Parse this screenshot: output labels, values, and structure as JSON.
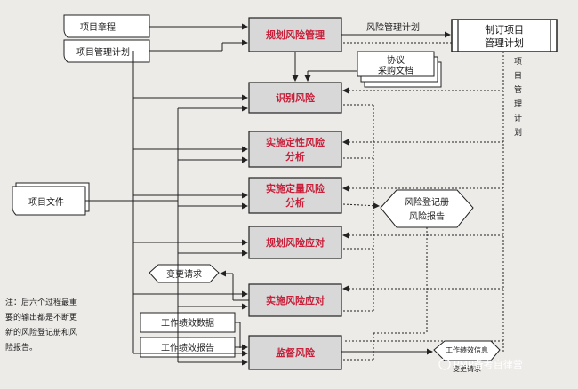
{
  "inputs": {
    "charter": "项目章程",
    "pm_plan": "项目管理计划",
    "project_docs": "项目文件",
    "agreements_line1": "协议",
    "agreements_line2": "采购文档"
  },
  "processes": {
    "plan_risk": "规划风险管理",
    "identify": "识别风险",
    "qualitative_1": "实施定性风险",
    "qualitative_2": "分析",
    "quantitative_1": "实施定量风险",
    "quantitative_2": "分析",
    "plan_response": "规划风险应对",
    "implement": "实施风险应对",
    "monitor": "监督风险"
  },
  "outputs": {
    "risk_plan_label": "风险管理计划",
    "develop_plan_1": "制订项目",
    "develop_plan_2": "管理计划",
    "pm_plan_vertical": "项目管理计划",
    "register_1": "风险登记册",
    "register_2": "风险报告",
    "change_request": "变更请求",
    "perf_info_1": "工作绩效信息",
    "perf_info_2": "变更请求"
  },
  "side_inputs": {
    "perf_data": "工作绩效数据",
    "perf_report": "工作绩效报告"
  },
  "note": {
    "lines": [
      "注：后六个过程最重",
      "要的输出都是不断更",
      "新的风险登记册和风",
      "险报告。"
    ]
  },
  "watermark": "PMP备考自律营",
  "colors": {
    "process_fill": "#d8d8d8",
    "process_text": "#c8203a",
    "line": "#222222"
  }
}
